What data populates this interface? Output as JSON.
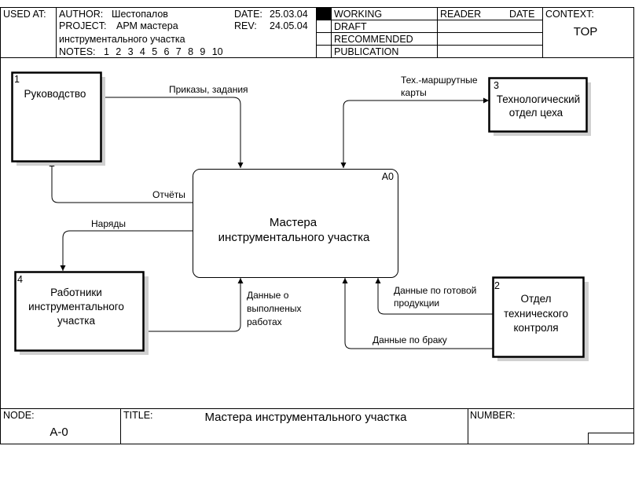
{
  "header": {
    "used_at": "USED AT:",
    "author_label": "AUTHOR:",
    "author": "Шестопалов",
    "project_label": "PROJECT:",
    "project_line1": "АРМ мастера",
    "project_line2": "инструментального  участка",
    "notes_label": "NOTES:",
    "notes": [
      "1",
      "2",
      "3",
      "4",
      "5",
      "6",
      "7",
      "8",
      "9",
      "10"
    ],
    "date_label": "DATE:",
    "date": "25.03.04",
    "rev_label": "REV:",
    "rev": "24.05.04",
    "status": [
      "WORKING",
      "DRAFT",
      "RECOMMENDED",
      "PUBLICATION"
    ],
    "status_active": "WORKING",
    "reader_label": "READER",
    "reader_date_label": "DATE",
    "context_label": "CONTEXT:",
    "context_value": "TOP"
  },
  "diagram": {
    "main": {
      "id": "A0",
      "line1": "Мастера",
      "line2": "инструментального участка"
    },
    "boxes": {
      "b1": {
        "num": "1",
        "lines": [
          "Руководство"
        ]
      },
      "b2": {
        "num": "2",
        "lines": [
          "Отдел",
          "технического",
          "контроля"
        ]
      },
      "b3": {
        "num": "3",
        "lines": [
          "Технологический",
          "отдел цеха"
        ]
      },
      "b4": {
        "num": "4",
        "lines": [
          "Работники",
          "инструментального",
          "участка"
        ]
      }
    },
    "arrows": {
      "orders": [
        "Приказы, задания"
      ],
      "reports": [
        "Отчёты"
      ],
      "work_orders": [
        "Наряды"
      ],
      "work_data": [
        "Данные о",
        "выполненых",
        "работах"
      ],
      "route_cards": [
        "Тех.-маршрутные",
        "карты"
      ],
      "finished_data": [
        "Данные по готовой",
        "продукции"
      ],
      "defect_data": [
        "Данные по браку"
      ]
    }
  },
  "footer": {
    "node_label": "NODE:",
    "node_value": "A-0",
    "title_label": "TITLE:",
    "title_value": "Мастера  инструментального участка",
    "number_label": "NUMBER:"
  }
}
